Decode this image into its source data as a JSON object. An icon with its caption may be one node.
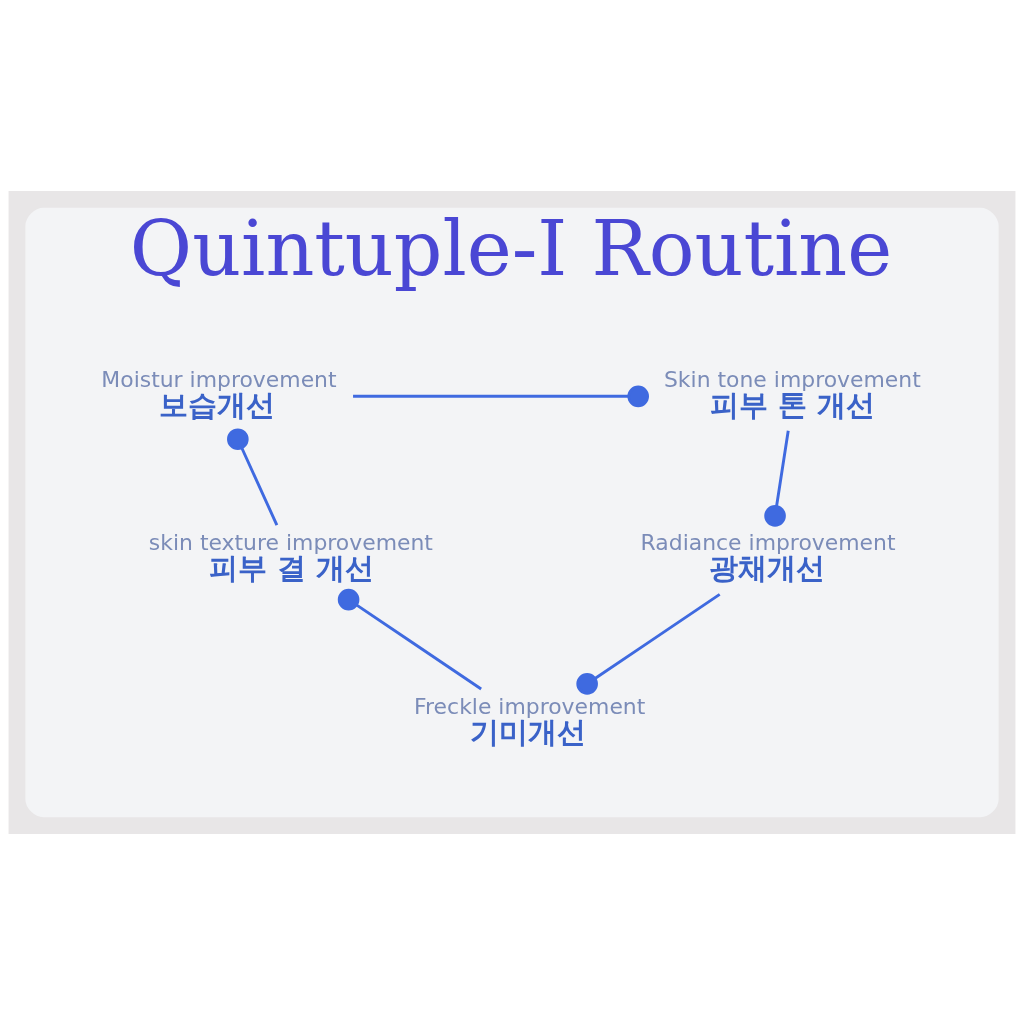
{
  "diagram": {
    "nodes": [
      {
        "text": [
          "Quintuple-I Routine"
        ]
      },
      {
        "text": [
          "Moistur improvement",
          "보습개선"
        ],
        "in": 0
      },
      {
        "text": [
          "Skin tone improvement",
          "피부 톤 개선"
        ],
        "in": 0
      },
      {
        "text": [
          "skin texture improvement",
          "피부 결 개선"
        ],
        "in": 0
      },
      {
        "text": [
          "Radiance improvement",
          "광채개선"
        ],
        "in": 0
      },
      {
        "text": [
          "Freckle improvement",
          "기미개선"
        ],
        "in": 0
      }
    ],
    "edges": [
      {
        "from": 1,
        "to": 2,
        "arrow": "other"
      },
      {
        "from": 2,
        "to": 4,
        "arrow": "other"
      },
      {
        "from": 4,
        "to": 5,
        "arrow": "other"
      },
      {
        "from": 5,
        "to": 3,
        "arrow": "other"
      },
      {
        "from": 3,
        "to": 1,
        "arrow": "other"
      }
    ]
  }
}
